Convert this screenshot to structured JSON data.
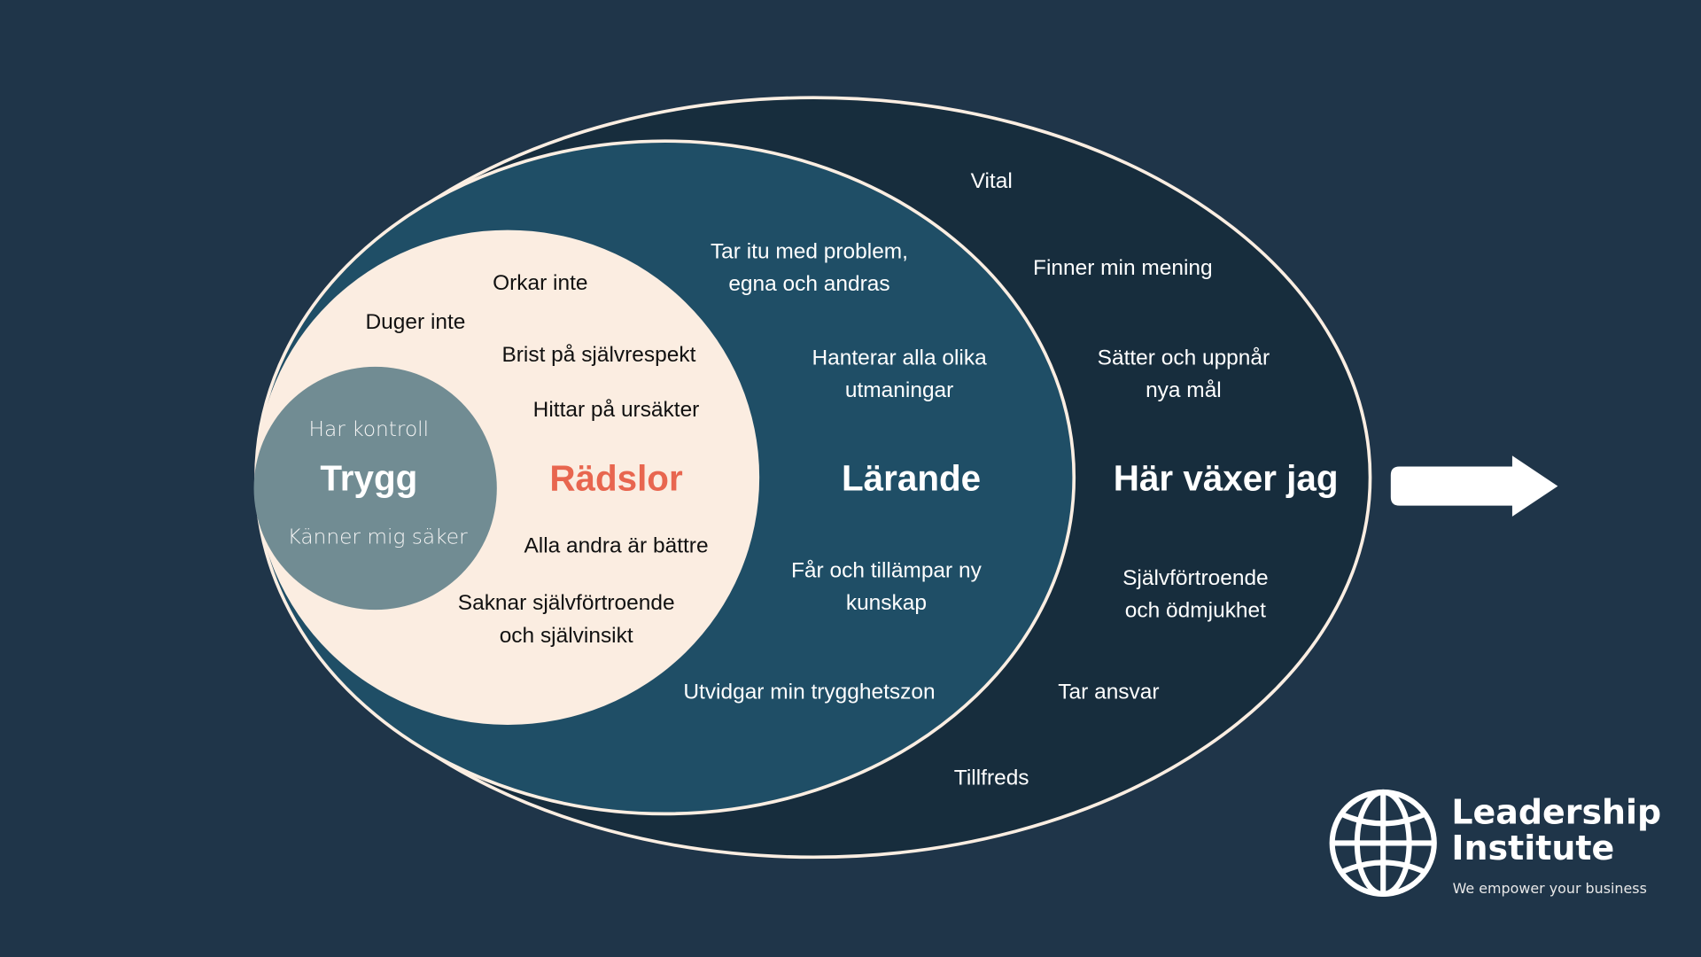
{
  "colors": {
    "background": "#1f3549",
    "outer_zone": "#172d3d",
    "learning_zone": "#1f4e66",
    "fear_zone": "#fbede1",
    "comfort_zone": "#718c93",
    "fear_title": "#e8664f",
    "outline": "#fbeee2"
  },
  "comfort": {
    "title": "Trygg",
    "items": [
      "Har kontroll",
      "Känner mig säker"
    ]
  },
  "fear": {
    "title": "Rädslor",
    "items": [
      "Orkar inte",
      "Duger inte",
      "Brist på självrespekt",
      "Hittar på ursäkter",
      "Alla andra är bättre",
      "Saknar självförtroende",
      "och självinsikt"
    ]
  },
  "learning": {
    "title": "Lärande",
    "items": [
      "Tar itu med problem,",
      "egna och andras",
      "Hanterar alla olika",
      "utmaningar",
      "Får och tillämpar ny",
      "kunskap",
      "Utvidgar min trygghetszon"
    ]
  },
  "growth": {
    "title": "Här växer jag",
    "items": [
      "Vital",
      "Finner min mening",
      "Sätter och uppnår",
      "nya mål",
      "Självförtroende",
      "och ödmjukhet",
      "Tar ansvar",
      "Tillfreds"
    ]
  },
  "logo": {
    "name_line1": "Leadership",
    "name_line2": "Institute",
    "tagline": "We empower your business"
  }
}
